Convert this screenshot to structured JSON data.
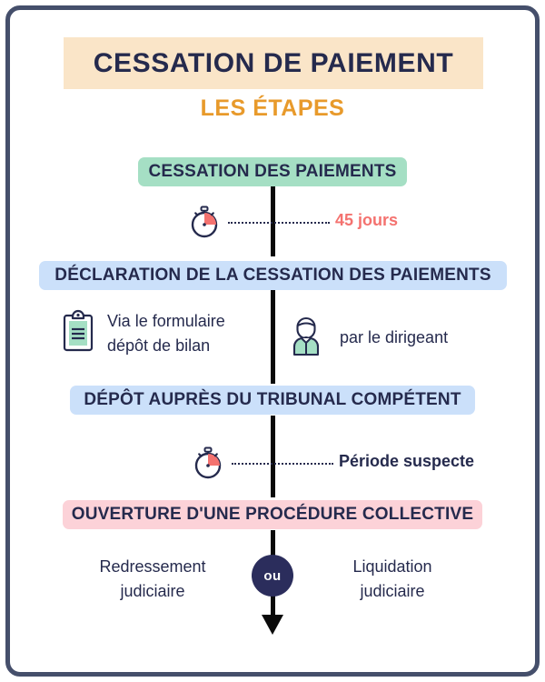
{
  "header": {
    "title": "CESSATION DE PAIEMENT",
    "subtitle": "LES ÉTAPES"
  },
  "steps": [
    {
      "label": "CESSATION DES PAIEMENTS",
      "color": "#A5DFC4"
    },
    {
      "label": "DÉCLARATION DE LA CESSATION DES PAIEMENTS",
      "color": "#CBE0FA"
    },
    {
      "label": "DÉPÔT AUPRÈS DU TRIBUNAL COMPÉTENT",
      "color": "#CBE0FA"
    },
    {
      "label": "OUVERTURE D'UNE PROCÉDURE COLLECTIVE",
      "color": "#FCD2D8"
    }
  ],
  "durations": [
    {
      "label": "45 jours",
      "icon": "stopwatch-icon",
      "color": "#F4726F"
    },
    {
      "label": "Période suspecte",
      "icon": "stopwatch-icon",
      "color": "#252A4D"
    }
  ],
  "methods": [
    {
      "label": "Via le formulaire\ndépôt de bilan",
      "icon": "clipboard-icon"
    },
    {
      "label": "par le dirigeant",
      "icon": "person-icon"
    }
  ],
  "outcomes": {
    "left": "Redressement\njudiciaire",
    "connector": "ou",
    "right": "Liquidation\njudiciaire"
  },
  "colors": {
    "frame": "#454F6B",
    "navy": "#252A4D",
    "badge_navy": "#2B2D5C",
    "cream": "#FAE5C8",
    "orange": "#E89A2B",
    "mint": "#A5DFC4",
    "light_blue": "#CBE0FA",
    "pink": "#FCD2D8",
    "coral": "#F4726F",
    "spine": "#0A0A0A"
  }
}
